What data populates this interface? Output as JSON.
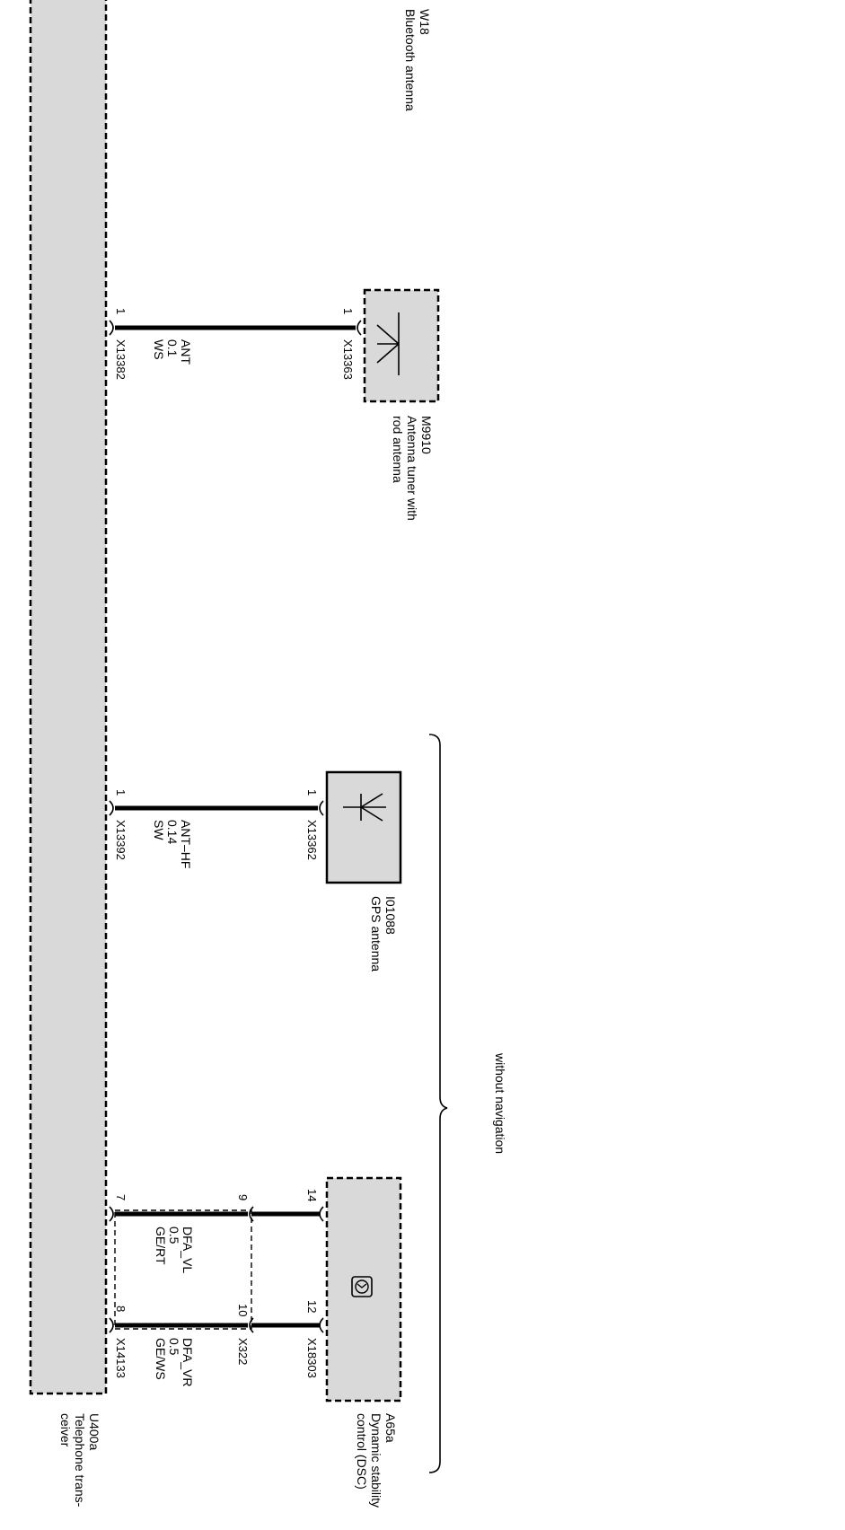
{
  "components": {
    "w18": {
      "code": "W18",
      "name": "Bluetooth antenna"
    },
    "m9910": {
      "code": "M9910",
      "name_line1": "Antenna tuner with",
      "name_line2": "rod antenna"
    },
    "i01088": {
      "code": "I01088",
      "name": "GPS antenna"
    },
    "a65a": {
      "code": "A65a",
      "name_line1": "Dynamic stability",
      "name_line2": "control (DSC)"
    },
    "u400a": {
      "code": "U400a",
      "name_line1": "Telephone trans-",
      "name_line2": "ceiver"
    }
  },
  "group_label": "without navigation",
  "wires": {
    "ant": {
      "signal": "ANT",
      "size": "0.1",
      "color": "WS",
      "conn_top": "X13363",
      "pin_top": "1",
      "conn_bottom": "X13382",
      "pin_bottom": "1"
    },
    "ant_hf": {
      "signal": "ANT–HF",
      "size": "0.14",
      "color": "SW",
      "conn_top": "X13362",
      "pin_top": "1",
      "conn_bottom": "X13392",
      "pin_bottom": "1"
    },
    "dfa_vl": {
      "signal": "DFA_VL",
      "size": "0.5",
      "color": "GE/RT",
      "pin_top": "14",
      "pin_mid": "9",
      "pin_bottom": "7"
    },
    "dfa_vr": {
      "signal": "DFA_VR",
      "size": "0.5",
      "color": "GE/WS",
      "pin_top": "12",
      "pin_mid": "10",
      "pin_bottom": "8"
    },
    "dsc_conn_top": "X18303",
    "dsc_conn_mid": "X322",
    "dsc_conn_bottom": "X14133"
  }
}
